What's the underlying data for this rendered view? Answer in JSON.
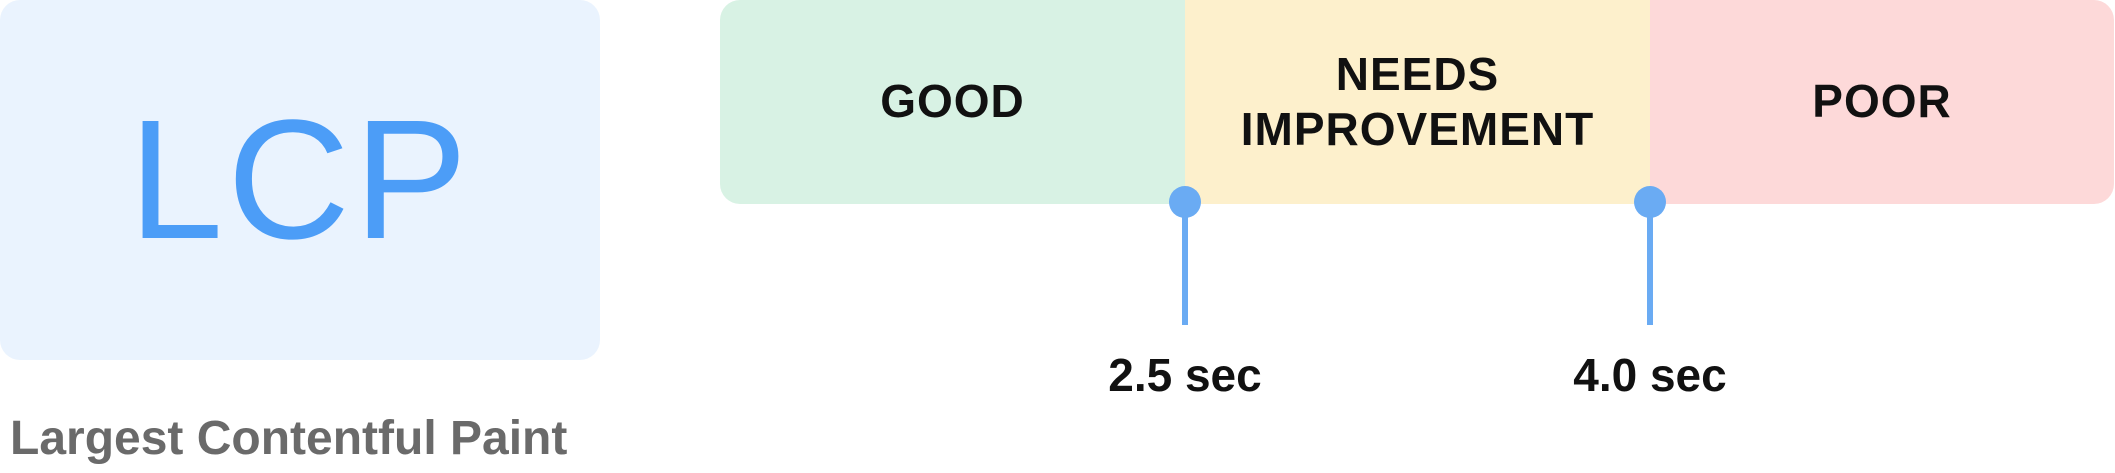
{
  "metric": {
    "abbreviation": "LCP",
    "full_name": "Largest Contentful Paint"
  },
  "segments": [
    {
      "label": "GOOD",
      "color": "#d8f2e4"
    },
    {
      "label": "NEEDS\nIMPROVEMENT",
      "color": "#fdf0cc"
    },
    {
      "label": "POOR",
      "color": "#fdd9d9"
    }
  ],
  "thresholds": [
    {
      "label": "2.5 sec",
      "value": 2.5
    },
    {
      "label": "4.0 sec",
      "value": 4.0
    }
  ],
  "colors": {
    "accent": "#4c9df7",
    "marker": "#6aabf3",
    "card_background": "#eaf3fe"
  }
}
